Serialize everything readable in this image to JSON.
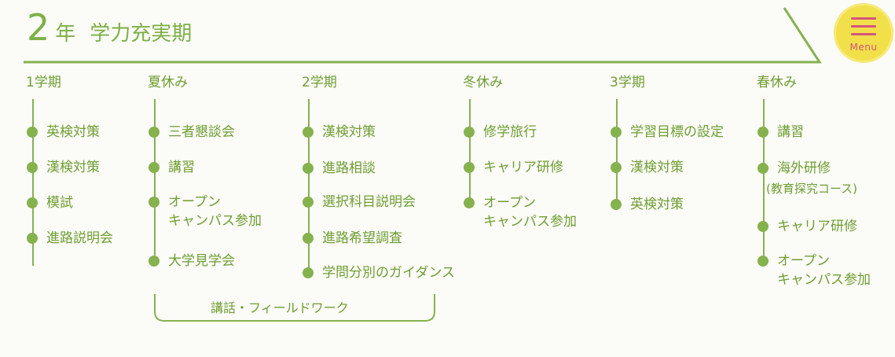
{
  "header": {
    "year": "2",
    "year_suffix": "年",
    "period": "学力充実期"
  },
  "menu": {
    "label": "Menu",
    "icon": "hamburger-icon"
  },
  "columns": [
    {
      "heading": "1学期",
      "items": [
        "英検対策",
        "漢検対策",
        "模試",
        "進路説明会"
      ]
    },
    {
      "heading": "夏休み",
      "items": [
        "三者懇談会",
        "講習",
        "オープン",
        "キャンパス参加",
        "大学見学会"
      ]
    },
    {
      "heading": "2学期",
      "items": [
        "漢検対策",
        "進路相談",
        "選択科目説明会",
        "進路希望調査",
        "学問分別のガイダンス"
      ]
    },
    {
      "heading": "冬休み",
      "items": [
        "修学旅行",
        "キャリア研修",
        "オープン",
        "キャンパス参加"
      ]
    },
    {
      "heading": "3学期",
      "items": [
        "学習目標の設定",
        "漢検対策",
        "英検対策"
      ]
    },
    {
      "heading": "春休み",
      "items": [
        "講習",
        "海外研修",
        "(教育探究コース)",
        "キャリア研修",
        "オープン",
        "キャンパス参加"
      ]
    }
  ],
  "bracket_label": "講話・フィールドワーク",
  "colors": {
    "accent": "#86b24e",
    "text": "#6f9e32",
    "menu_bg": "#f1e04a",
    "menu_fg": "#d4557d"
  }
}
